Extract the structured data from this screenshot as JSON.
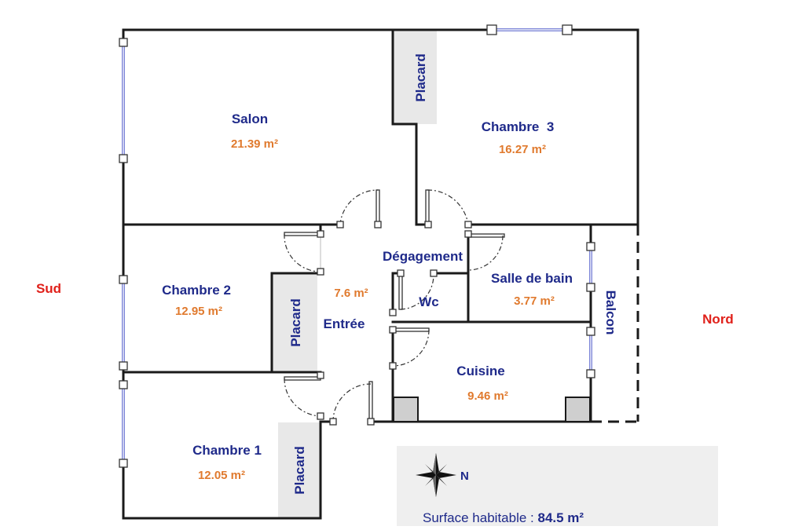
{
  "rooms": {
    "salon": {
      "name": "Salon",
      "area": "21.39 m²"
    },
    "chambre3": {
      "name": "Chambre  3",
      "area": "16.27 m²"
    },
    "chambre2": {
      "name": "Chambre 2",
      "area": "12.95 m²"
    },
    "chambre1": {
      "name": "Chambre 1",
      "area": "12.05 m²"
    },
    "degagement": {
      "name": "Dégagement"
    },
    "entree": {
      "name": "Entrée",
      "area": "7.6 m²"
    },
    "wc": {
      "name": "Wc"
    },
    "salle_de_bain": {
      "name": "Salle de bain",
      "area": "3.77 m²"
    },
    "cuisine": {
      "name": "Cuisine",
      "area": "9.46 m²"
    },
    "balcon": {
      "name": "Balcon"
    }
  },
  "placards": [
    "Placard",
    "Placard",
    "Placard"
  ],
  "directions": {
    "south": "Sud",
    "north": "Nord"
  },
  "legend": {
    "compass_label": "N",
    "surface_label": "Surface habitable : ",
    "surface_value": "84.5 m²"
  },
  "colors": {
    "room_label": "#1f2a8a",
    "area_label": "#e07a2e",
    "direction_label": "#e0201a",
    "window": "#7e86d8"
  }
}
